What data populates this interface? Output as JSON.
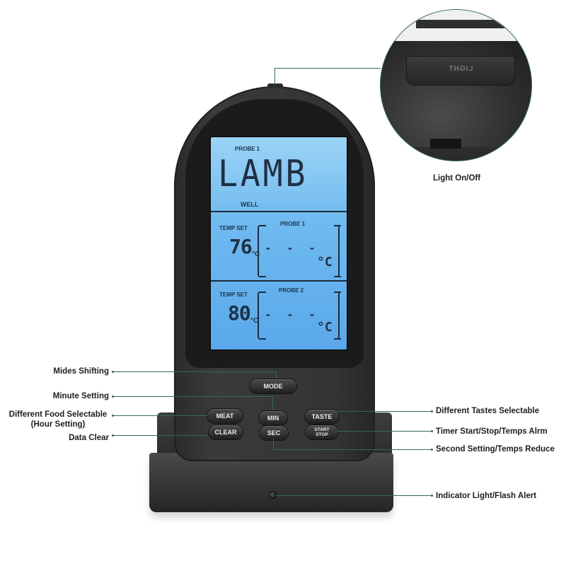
{
  "screen": {
    "probe1_header": "PROBE 1",
    "food_text": "LAMB",
    "taste_text": "WELL",
    "temp_set_1": "TEMP SET",
    "temp_val_1": "76",
    "probe1_box_label": "PROBE 1",
    "temp_set_2": "TEMP SET",
    "temp_val_2": "80",
    "probe2_box_label": "PROBE 2",
    "probe_reading": "- - -",
    "unit_c": "°C",
    "unit_c_small": "°C"
  },
  "buttons": {
    "mode": "MODE",
    "meat": "MEAT",
    "min": "MIN",
    "taste": "TASTE",
    "clear": "CLEAR",
    "sec": "SEC",
    "start": "START",
    "stop": "STOP"
  },
  "zoom_key_label": "LIGHT",
  "callouts": {
    "light": "Light On/Off",
    "mode": "Mides Shifting",
    "min": "Minute Setting",
    "meat_1": "Different Food Selectable",
    "meat_2": "(Hour Setting)",
    "clear": "Data Clear",
    "taste": "Different Tastes Selectable",
    "start_stop": "Timer Start/Stop/Temps Alrm",
    "sec": "Second Setting/Temps Reduce",
    "indicator": "Indicator Light/Flash Alert"
  },
  "colors": {
    "leader": "#2f6b57",
    "screen_backlight": "#6fbaf0",
    "device_body": "#333333"
  }
}
